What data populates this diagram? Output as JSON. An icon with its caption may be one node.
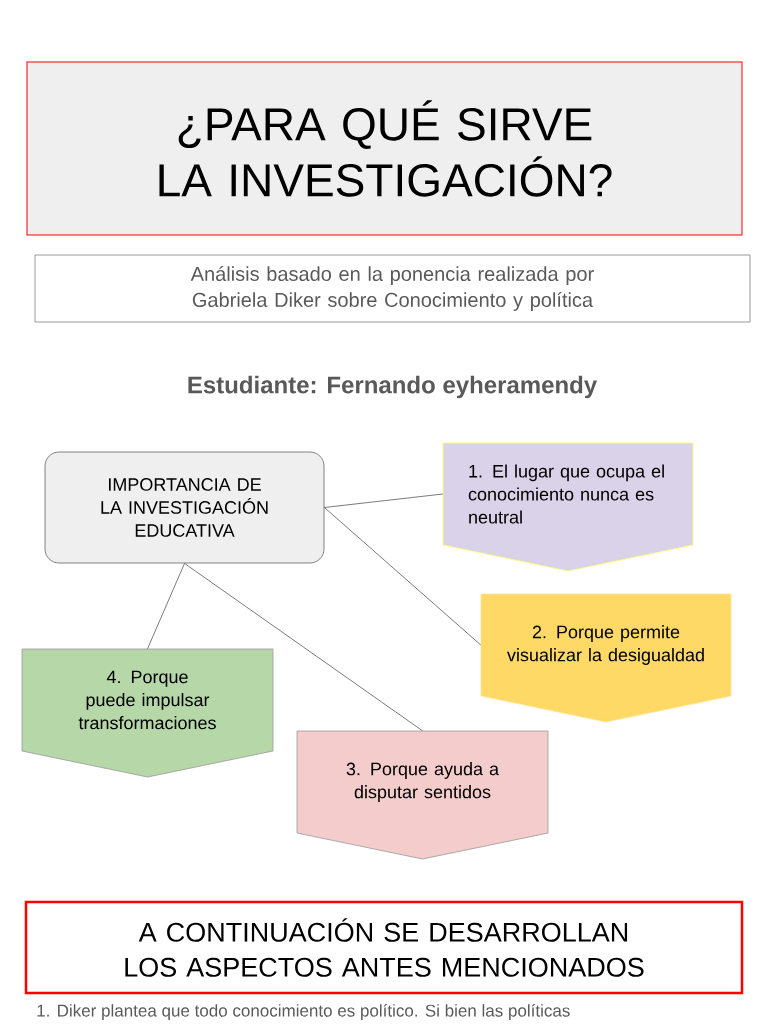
{
  "diagram": {
    "title": "¿PARA QUÉ SIRVE LA INVESTIGACIÓN?",
    "nodes": [
      {
        "text": [
          "Análisis basado en la ponencia realizada por Gabriela Diker sobre Conocimiento y política"
        ]
      },
      {
        "text": [
          "IMPORTANCIA DE LA INVESTIGACIÓN EDUCATIVA"
        ]
      },
      {
        "text": [
          "1. El lugar que ocupa el conocimiento nunca es neutral"
        ]
      },
      {
        "text": [
          "2. Porque permite visualizar la desigualdad"
        ]
      },
      {
        "text": [
          "4. Porque puede impulsar transformaciones"
        ]
      },
      {
        "text": [
          "3. Porque ayuda a disputar sentidos"
        ]
      },
      {
        "text": [
          "A CONTINUACIÓN SE DESARROLLAN LOS ASPECTOS ANTES MENCIONADOS"
        ]
      }
    ],
    "edges": [
      {
        "from": 1,
        "to": 2,
        "arrow": "none"
      },
      {
        "from": 1,
        "to": 3,
        "arrow": "none"
      },
      {
        "from": 1,
        "to": 4,
        "arrow": "none"
      },
      {
        "from": 1,
        "to": 5,
        "arrow": "none"
      }
    ],
    "labels": [
      "Estudiante: Fernando eyheramendy",
      "1. Diker plantea que todo conocimiento es político. Si bien las políticas"
    ]
  }
}
